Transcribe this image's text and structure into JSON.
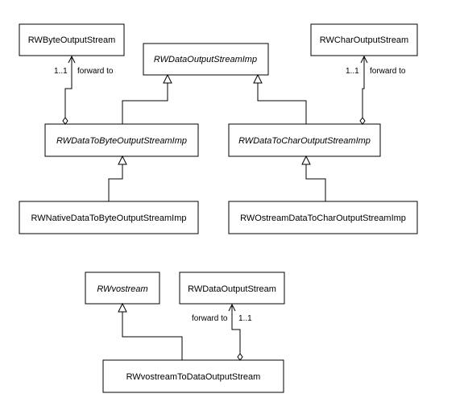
{
  "classes": {
    "rw_byte_output_stream": "RWByteOutputStream",
    "rw_data_output_stream_imp": "RWDataOutputStreamImp",
    "rw_char_output_stream": "RWCharOutputStream",
    "rw_data_to_byte_output_stream_imp": "RWDataToByteOutputStreamImp",
    "rw_data_to_char_output_stream_imp": "RWDataToCharOutputStreamImp",
    "rw_native_data_to_byte_output_stream_imp": "RWNativeDataToByteOutputStreamImp",
    "rw_ostream_data_to_char_output_stream_imp": "RWOstreamDataToCharOutputStreamImp",
    "rw_vostream": "RWvostream",
    "rw_data_output_stream": "RWDataOutputStream",
    "rw_vostream_to_data_output_stream": "RWvostreamToDataOutputStream"
  },
  "associations": {
    "byte_multiplicity": "1..1",
    "byte_role": "forward to",
    "char_multiplicity": "1..1",
    "char_role": "forward to",
    "data_multiplicity": "1..1",
    "data_role": "forward to"
  }
}
